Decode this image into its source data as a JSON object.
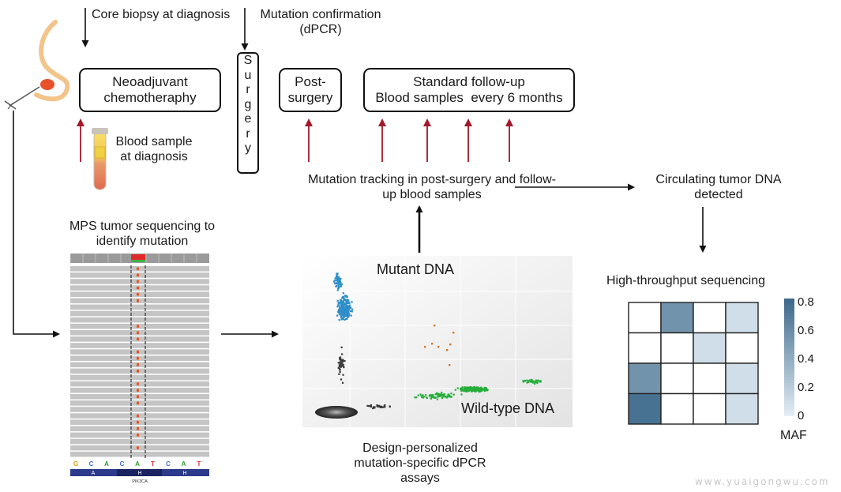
{
  "labels": {
    "core_biopsy": "Core biopsy at diagnosis",
    "mutation_confirmation": "Mutation confirmation (dPCR)",
    "blood_sample": "Blood sample at diagnosis",
    "mutation_tracking": "Mutation tracking in post-surgery and follow-up blood samples",
    "circulating": "Circulating tumor DNA detected",
    "mps": "MPS tumor sequencing to identify mutation",
    "high_throughput": "High-throughput sequencing",
    "design": "Design-personalized mutation-specific dPCR assays",
    "mutant_dna": "Mutant DNA",
    "wildtype_dna": "Wild-type DNA"
  },
  "boxes": {
    "neoadjuvant": "Neoadjuvant chemotheraphy",
    "surgery_letters": [
      "S",
      "u",
      "r",
      "g",
      "e",
      "r",
      "y"
    ],
    "post_surgery": "Post-surgery",
    "followup_line1": "Standard follow-up",
    "followup_line2": "Blood samples  every 6 months"
  },
  "igv": {
    "bases": [
      "G",
      "C",
      "A",
      "C",
      "A",
      "T",
      "C",
      "A",
      "T"
    ],
    "base_colors": [
      "#d4a017",
      "#3d6fd1",
      "#2ca02c",
      "#3d6fd1",
      "#2ca02c",
      "#e03030",
      "#3d6fd1",
      "#2ca02c",
      "#e03030"
    ],
    "aa_labels": [
      "A",
      "H",
      "H"
    ],
    "gene": "PIK3CA"
  },
  "heatmap": {
    "values": [
      [
        0,
        0.55,
        0,
        0.1
      ],
      [
        0,
        0,
        0.1,
        0
      ],
      [
        0.55,
        0,
        0,
        0.1
      ],
      [
        0.75,
        0,
        0,
        0.1
      ]
    ],
    "colorbar_ticks": [
      "0.8",
      "0.6",
      "0.4",
      "0.2",
      "0"
    ],
    "colorbar_label": "MAF",
    "max": 0.8,
    "color_low": "#e4eef5",
    "color_high": "#3e6a8b"
  },
  "colors": {
    "red_arrow": "#a3182a",
    "mutant_points": "#2f8ec9",
    "wildtype_points": "#27ae3b",
    "double_positive": "#d2782b",
    "negative_cluster": "#3a3a3a"
  },
  "watermark": "www.yuaigongwu.com"
}
